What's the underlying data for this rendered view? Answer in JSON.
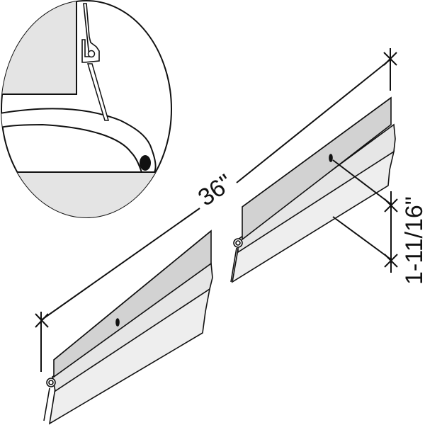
{
  "diagram": {
    "type": "product-technical-drawing",
    "subject": "door bottom sweep",
    "dimensions": {
      "length_label": "36\"",
      "height_label": "1-11/16\""
    },
    "detail_inset": {
      "shape": "circle",
      "depicts": "sweep mounted at door bottom with flap contacting threshold"
    },
    "parts": [
      {
        "name": "sweep-segment-left"
      },
      {
        "name": "sweep-segment-right"
      }
    ],
    "colors": {
      "line": "#111111",
      "fill_light": "#e6e6e6",
      "fill_mid": "#d2d2d2",
      "fill_inset": "#e4e4e4",
      "background": "#ffffff"
    }
  }
}
